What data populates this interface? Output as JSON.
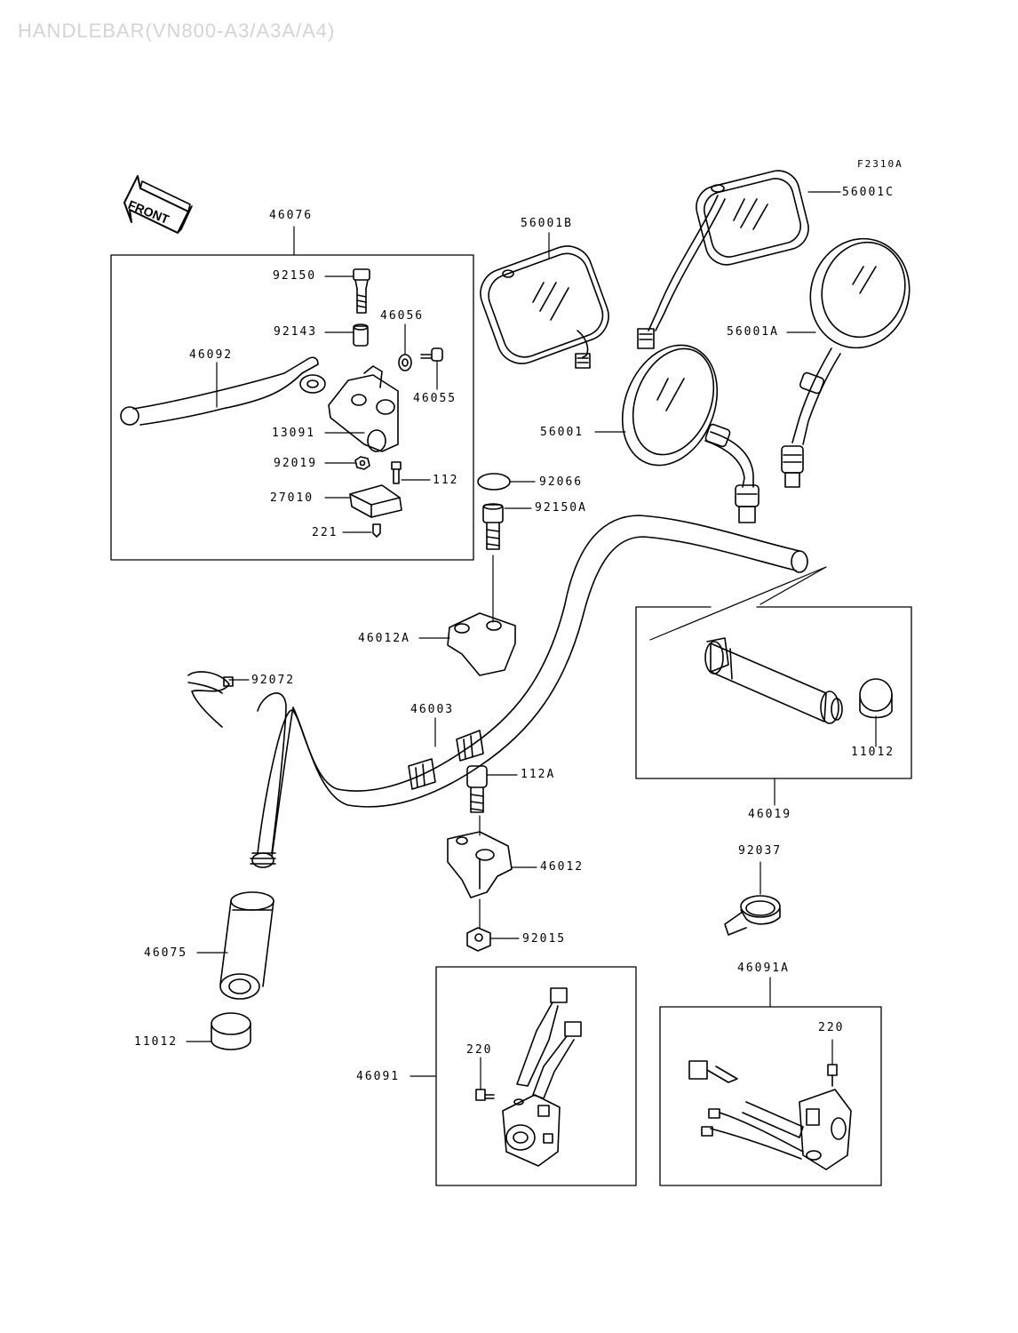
{
  "title": "HANDLEBAR(VN800-A3/A3A/A4)",
  "figure_id": "F2310A",
  "front_label": "FRONT",
  "parts": {
    "p46076": "46076",
    "p92150": "92150",
    "p92143": "92143",
    "p46056": "46056",
    "p46092": "46092",
    "p46055": "46055",
    "p13091": "13091",
    "p92019": "92019",
    "p112": "112",
    "p27010": "27010",
    "p221": "221",
    "p56001B": "56001B",
    "p56001C": "56001C",
    "p56001A": "56001A",
    "p56001": "56001",
    "p92066": "92066",
    "p92150A": "92150A",
    "p46012A": "46012A",
    "p92072": "92072",
    "p46003": "46003",
    "p112A": "112A",
    "p46012": "46012",
    "p11012_right": "11012",
    "p46019": "46019",
    "p92037": "92037",
    "p92015": "92015",
    "p46075": "46075",
    "p11012_left": "11012",
    "p46091A": "46091A",
    "p220_left": "220",
    "p46091": "46091",
    "p220_right": "220"
  }
}
